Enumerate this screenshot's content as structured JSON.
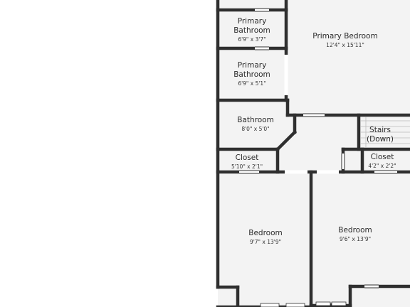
{
  "colors": {
    "wall": "#2f2f2f",
    "floor": "#f3f3f3",
    "background": "#ffffff",
    "opening": "#ffffff"
  },
  "rooms": {
    "primary_bedroom": {
      "name": "Primary Bedroom",
      "dims": "12'4\" x 15'11\""
    },
    "primary_bathroom_1": {
      "name_line1": "Primary",
      "name_line2": "Bathroom",
      "dims": "6'9\" x 3'7\""
    },
    "primary_bathroom_2": {
      "name_line1": "Primary",
      "name_line2": "Bathroom",
      "dims": "6'9\" x 5'1\""
    },
    "bathroom": {
      "name": "Bathroom",
      "dims": "8'0\" x 5'0\""
    },
    "stairs": {
      "name_line1": "Stairs",
      "name_line2": "(Down)"
    },
    "closet_left": {
      "name": "Closet",
      "dims": "5'10\" x 2'1\""
    },
    "closet_right": {
      "name": "Closet",
      "dims": "4'2\" x 2'2\""
    },
    "bedroom_left": {
      "name": "Bedroom",
      "dims": "9'7\" x 13'9\""
    },
    "bedroom_right": {
      "name": "Bedroom",
      "dims": "9'6\" x 13'9\""
    }
  }
}
